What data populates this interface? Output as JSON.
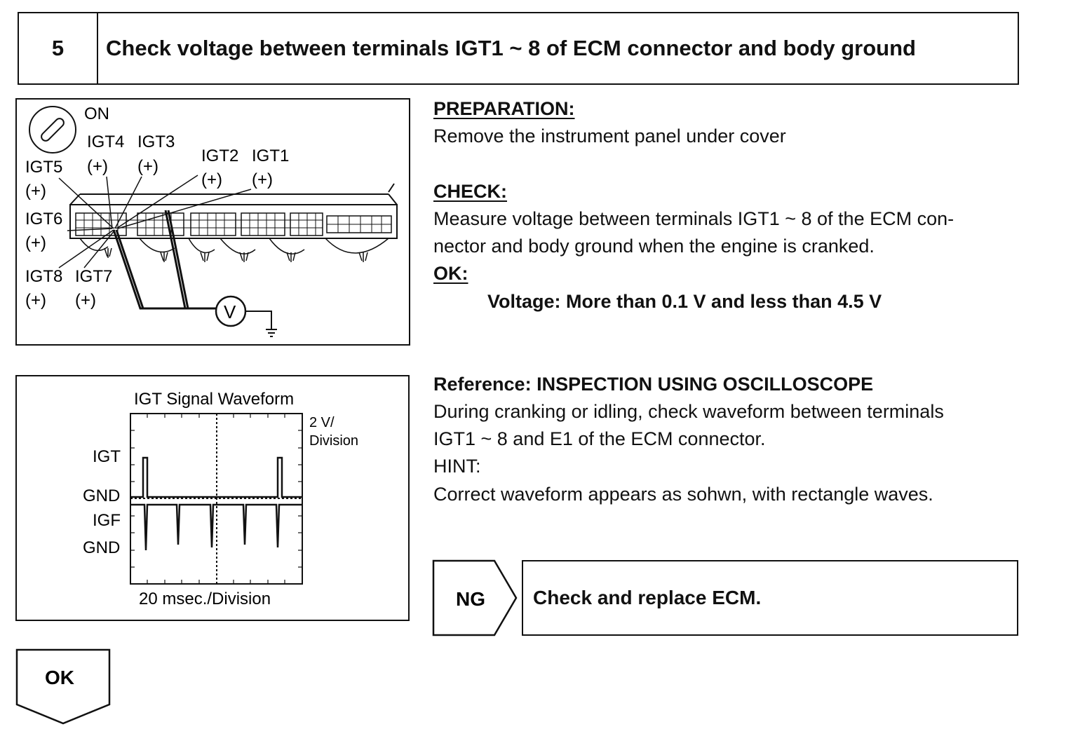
{
  "header": {
    "step_number": "5",
    "title": "Check voltage between terminals IGT1 ~ 8 of ECM connector and body ground"
  },
  "figure1": {
    "ignition_label": "ON",
    "terminals": {
      "igt4": "IGT4",
      "igt3": "IGT3",
      "igt2": "IGT2",
      "igt1": "IGT1",
      "igt5": "IGT5",
      "igt6": "IGT6",
      "igt8": "IGT8",
      "igt7": "IGT7"
    },
    "polarity": "(+)",
    "meter_symbol": "V"
  },
  "figure2": {
    "title": "IGT Signal Waveform",
    "voltage_scale_line1": "2 V/",
    "voltage_scale_line2": "Division",
    "time_scale": "20 msec./Division",
    "channel_labels": {
      "igt": "IGT",
      "gnd1": "GND",
      "igf": "IGF",
      "gnd2": "GND"
    }
  },
  "preparation": {
    "heading": "PREPARATION:",
    "text": "Remove the instrument panel under cover"
  },
  "check": {
    "heading": "CHECK:",
    "line1": "Measure voltage between terminals IGT1 ~ 8 of the ECM con-",
    "line2": "nector and body ground when the engine is cranked."
  },
  "ok_spec": {
    "heading": "OK:",
    "text": "Voltage: More than 0.1 V and less than 4.5 V"
  },
  "reference": {
    "heading": "Reference: INSPECTION USING OSCILLOSCOPE",
    "line1": "During cranking or idling, check waveform between terminals",
    "line2": "IGT1 ~ 8 and E1 of the ECM connector.",
    "hint_label": "HINT:",
    "hint_text": "Correct waveform appears as sohwn, with rectangle waves."
  },
  "ng_branch": {
    "label": "NG",
    "action": "Check and replace ECM."
  },
  "ok_branch": {
    "label": "OK"
  }
}
